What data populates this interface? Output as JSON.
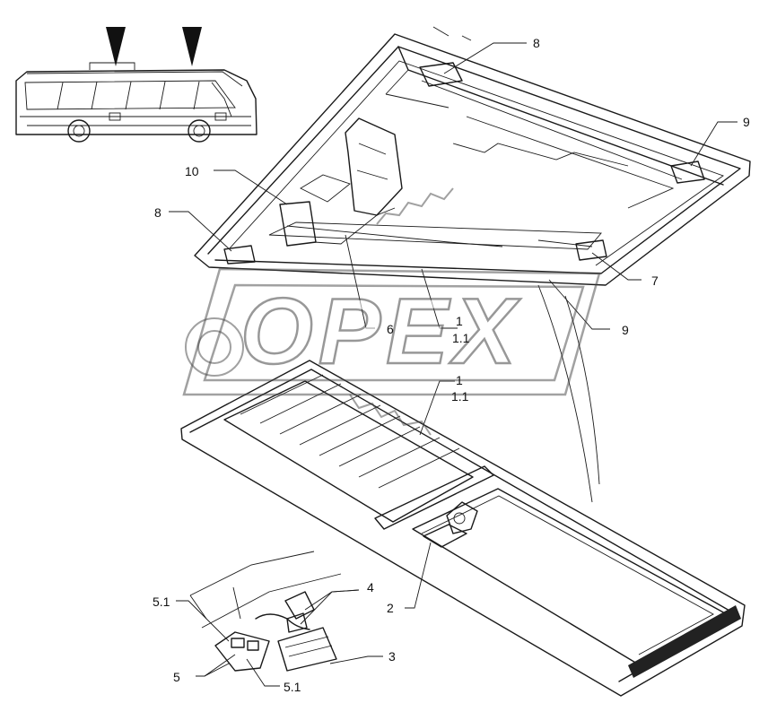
{
  "watermark": {
    "text": "OPEX"
  },
  "callouts": {
    "c8_top": "8",
    "c9_right": "9",
    "c10": "10",
    "c8_left": "8",
    "c7": "7",
    "c6": "6",
    "c1_mid": "1",
    "c11_mid": "1.1",
    "c9_low": "9",
    "c1_low": "1",
    "c11_low": "1.1",
    "c4": "4",
    "c51_top": "5.1",
    "c2": "2",
    "c3": "3",
    "c5": "5",
    "c51_bottom": "5.1"
  },
  "colors": {
    "line": "#1a1a1a",
    "watermark": "#444444",
    "background": "#ffffff"
  }
}
